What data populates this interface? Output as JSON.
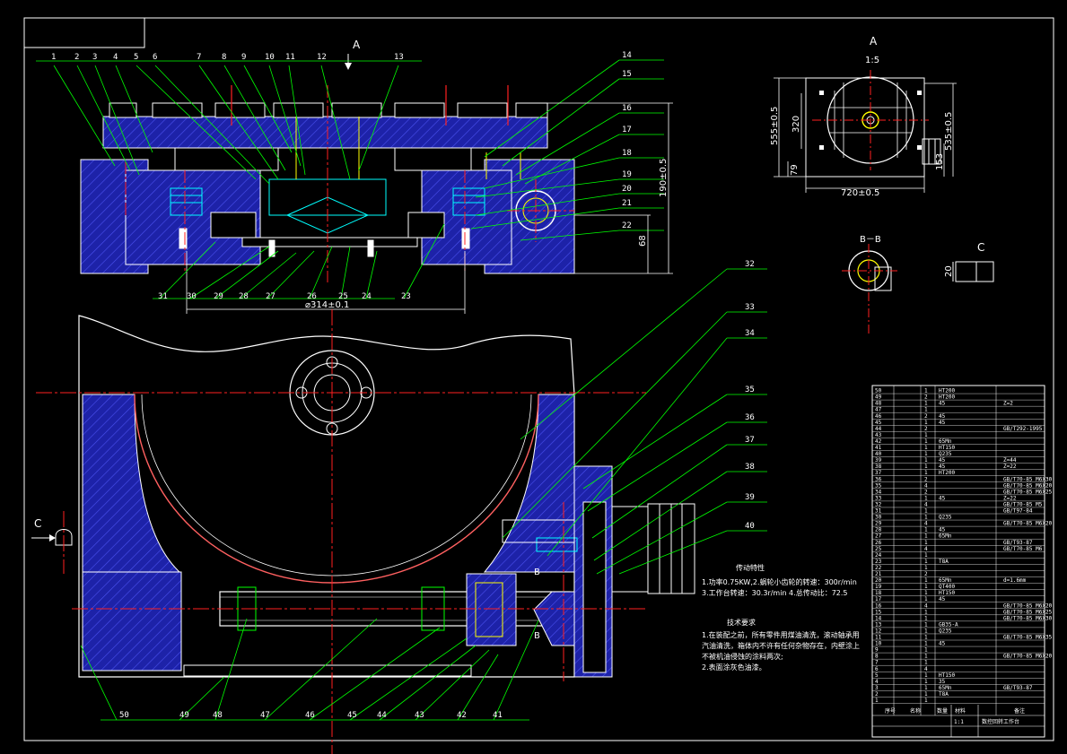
{
  "view_labels": {
    "section_arrow": "A",
    "view_a_title": "A",
    "view_a_scale": "1:5",
    "view_bb": "B－B",
    "view_c": "C",
    "view_c_arrow": "C",
    "section_b": "B"
  },
  "balloons_top": [
    "1",
    "2",
    "3",
    "4",
    "5",
    "6",
    "7",
    "8",
    "9",
    "10",
    "11",
    "12",
    "13"
  ],
  "balloons_right_top": [
    "14",
    "15",
    "16",
    "17",
    "18",
    "19",
    "20",
    "21",
    "22"
  ],
  "balloons_bottom_top": [
    "31",
    "30",
    "29",
    "28",
    "27",
    "26",
    "25",
    "24",
    "23"
  ],
  "balloons_right_bottom": [
    "32",
    "33",
    "34",
    "35",
    "36",
    "37",
    "38",
    "39",
    "40"
  ],
  "balloons_bottom": [
    "50",
    "49",
    "48",
    "47",
    "46",
    "45",
    "44",
    "43",
    "42",
    "41"
  ],
  "dimensions": {
    "height_total": "190±0.5",
    "height_lower": "68",
    "diameter": "⌀314±0.1",
    "view_a_height": "555±0.5",
    "view_a_height2": "535±0.5",
    "view_a_inner": "320",
    "view_a_width": "720±0.5",
    "view_a_small": "79",
    "view_a_right_small": "153",
    "view_c_dim": "20"
  },
  "spec_notes": {
    "title": "传动特性",
    "line1": "1.功率0.75KW,2.蜗轮小齿轮的转速：300r/min",
    "line2": "3.工作台转速：30.3r/min    4.总传动比：72.5"
  },
  "tech_notes": {
    "title": "技术要求",
    "line1": "1.在装配之前，所有零件用煤油清洗，滚动轴承用",
    "line2": "汽油清洗，箱体内不许有任何杂物存在，内壁涂上",
    "line3": "不被机油侵蚀的涂料两次;",
    "line4": "2.表面涂灰色油漆。"
  },
  "title_block": {
    "drawing_name": "数控回转工作台",
    "scale": "1:1",
    "header_row": [
      "序号",
      "名称",
      "数量",
      "材料",
      "备注"
    ]
  },
  "bom_rows": [
    [
      "50",
      "",
      "1",
      "HT200",
      ""
    ],
    [
      "49",
      "",
      "2",
      "HT200",
      ""
    ],
    [
      "48",
      "",
      "1",
      "45",
      "Z=2"
    ],
    [
      "47",
      "",
      "1",
      "",
      ""
    ],
    [
      "46",
      "",
      "2",
      "45",
      ""
    ],
    [
      "45",
      "",
      "1",
      "45",
      ""
    ],
    [
      "44",
      "",
      "2",
      "",
      "GB/T292-1995"
    ],
    [
      "43",
      "",
      "1",
      "",
      ""
    ],
    [
      "42",
      "",
      "1",
      "65Mn",
      ""
    ],
    [
      "41",
      "",
      "1",
      "HT150",
      ""
    ],
    [
      "40",
      "",
      "1",
      "Q235",
      ""
    ],
    [
      "39",
      "",
      "1",
      "45",
      "Z=44"
    ],
    [
      "38",
      "",
      "1",
      "45",
      "Z=22"
    ],
    [
      "37",
      "",
      "1",
      "HT200",
      ""
    ],
    [
      "36",
      "",
      "2",
      "",
      "GB/T70-85 M6X30"
    ],
    [
      "35",
      "",
      "4",
      "",
      "GB/T70-85 M6X20"
    ],
    [
      "34",
      "",
      "2",
      "",
      "GB/T70-85 M6X25"
    ],
    [
      "33",
      "",
      "1",
      "45",
      "Z=22"
    ],
    [
      "32",
      "",
      "4",
      "",
      "GB/T70-85 M5"
    ],
    [
      "31",
      "",
      "1",
      "",
      "GB/T97-84"
    ],
    [
      "30",
      "",
      "1",
      "Q235",
      ""
    ],
    [
      "29",
      "",
      "4",
      "",
      "GB/T70-85 M6X20"
    ],
    [
      "28",
      "",
      "1",
      "45",
      ""
    ],
    [
      "27",
      "",
      "1",
      "65Mn",
      ""
    ],
    [
      "26",
      "",
      "1",
      "",
      "GB/T93-87"
    ],
    [
      "25",
      "",
      "4",
      "",
      "GB/T70-85 M6"
    ],
    [
      "24",
      "",
      "1",
      "",
      ""
    ],
    [
      "23",
      "",
      "1",
      "T8A",
      ""
    ],
    [
      "22",
      "",
      "1",
      "",
      ""
    ],
    [
      "21",
      "",
      "2",
      "",
      ""
    ],
    [
      "20",
      "",
      "1",
      "65Mn",
      "d=1.6mm"
    ],
    [
      "19",
      "",
      "1",
      "QT400",
      ""
    ],
    [
      "18",
      "",
      "1",
      "HT150",
      ""
    ],
    [
      "17",
      "",
      "1",
      "45",
      ""
    ],
    [
      "16",
      "",
      "4",
      "",
      "GB/T70-85 M6X20"
    ],
    [
      "15",
      "",
      "1",
      "",
      "GB/T70-85 M6X25"
    ],
    [
      "14",
      "",
      "1",
      "",
      "GB/T70-85 M6X30"
    ],
    [
      "13",
      "",
      "1",
      "GB35-A",
      ""
    ],
    [
      "12",
      "",
      "1",
      "Q235",
      ""
    ],
    [
      "11",
      "",
      "1",
      "",
      "GB/T70-85 M6X35"
    ],
    [
      "10",
      "",
      "1",
      "45",
      ""
    ],
    [
      "9",
      "",
      "1",
      "",
      ""
    ],
    [
      "8",
      "",
      "1",
      "",
      "GB/T70-85 M6X20"
    ],
    [
      "7",
      "",
      "1",
      "",
      ""
    ],
    [
      "6",
      "",
      "4",
      "",
      ""
    ],
    [
      "5",
      "",
      "1",
      "HT150",
      ""
    ],
    [
      "4",
      "",
      "1",
      "35",
      ""
    ],
    [
      "3",
      "",
      "1",
      "65Mn",
      "GB/T93-87"
    ],
    [
      "2",
      "",
      "1",
      "T8A",
      ""
    ],
    [
      "1",
      "",
      "1",
      "",
      ""
    ]
  ],
  "colors": {
    "outline": "#ffffff",
    "section": "#2a2fc8",
    "hatch": "#3a3fe0",
    "leader": "#00ff00",
    "center": "#ff2020",
    "part": "#00ffff",
    "accent": "#ffff00",
    "green_part": "#00ff00"
  }
}
